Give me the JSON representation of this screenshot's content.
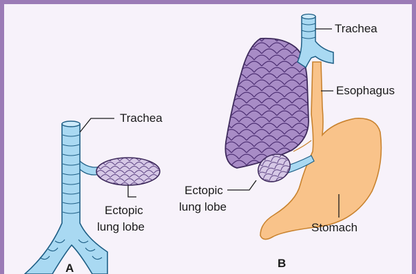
{
  "figure": {
    "panel_a": {
      "letter": "A",
      "trachea_label": "Trachea",
      "ectopic_label_line1": "Ectopic",
      "ectopic_label_line2": "lung lobe"
    },
    "panel_b": {
      "letter": "B",
      "trachea_label": "Trachea",
      "esophagus_label": "Esophagus",
      "ectopic_label_line1": "Ectopic",
      "ectopic_label_line2": "lung lobe",
      "stomach_label": "Stomach"
    },
    "colors": {
      "frame": "#9b7bb6",
      "background": "#f7f2fa",
      "airway": "#a9d9f2",
      "lung": "#a88cc6",
      "esophagus_stomach": "#f9c38a"
    }
  }
}
